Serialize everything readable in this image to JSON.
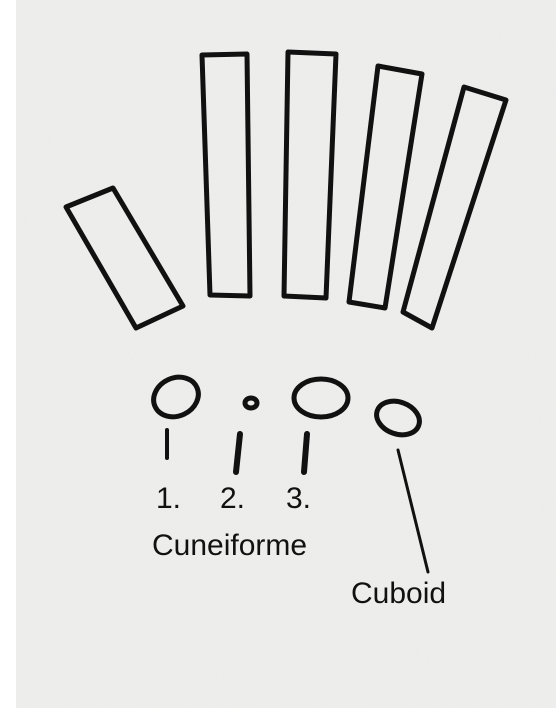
{
  "diagram": {
    "labels": {
      "cuneiform_1": "1.",
      "cuneiform_2": "2.",
      "cuneiform_3": "3.",
      "cuneiforme": "Cuneiforme",
      "cuboid": "Cuboid"
    },
    "colors": {
      "ink": "#111111",
      "paper": "#efefee",
      "page_background": "#ffffff"
    }
  }
}
